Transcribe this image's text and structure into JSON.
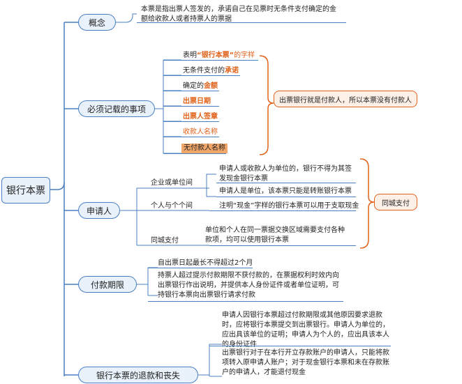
{
  "root": "银行本票",
  "branches": {
    "concept": {
      "label": "概念",
      "text": "本票是指出票人签发的，承诺自己在见票时无条件支付确定的金额给收款人或者持票人的票据"
    },
    "required": {
      "label": "必须记载的事项",
      "items": {
        "i1_pre": "表明",
        "i1_hl": "“银行本票”",
        "i1_post": "的字样",
        "i2_pre": "无条件支付的",
        "i2_hl": "承诺",
        "i3_pre": "确定的",
        "i3_hl": "金额",
        "i4": "出票日期",
        "i5": "出票人签章",
        "i6": "收款人名称",
        "i7": "无付款人名称"
      },
      "note": "出票银行就是付款人，所以本票没有付款人"
    },
    "applicant": {
      "label": "申请人",
      "enterprise": {
        "label": "企业或单位间",
        "a": "申请人或收款人为单位的，银行不得为其签发现金银行本票",
        "b": "申请人是单位，该本票只能是转账银行本票"
      },
      "person": {
        "label": "个人与个个间",
        "a": "注明“现金”字样的银行本票可以用于支取现金"
      },
      "city": {
        "label": "同城支付",
        "a": "单位和个人在同一票据交换区域需要支付各种款项，均可以使用银行本票"
      },
      "note": "同城支付"
    },
    "period": {
      "label": "付款期限",
      "a": "自出票日起最长不得超过2个月",
      "b": "持票人超过提示付款期限不获付款的，在票据权利时效内向出票银行作出说明，并提供本人身份证件或者单位证明，可持银行本票向出票银行请求付款"
    },
    "refund": {
      "label": "银行本票的退款和丧失",
      "a": "申请人因银行本票超过付款期限或其他原因要求退款时，应将银行本票提交到出票银行。申请人为单位的，应出具该单位的证明；申请人为个人的，应出具该本人的身份证件",
      "b": "出票银行对于在本行开立存款账户的申请人，只能将款项转入原申请人账户；对于现金银行本票和未在存款账户的申请人，才能退付现金"
    }
  }
}
